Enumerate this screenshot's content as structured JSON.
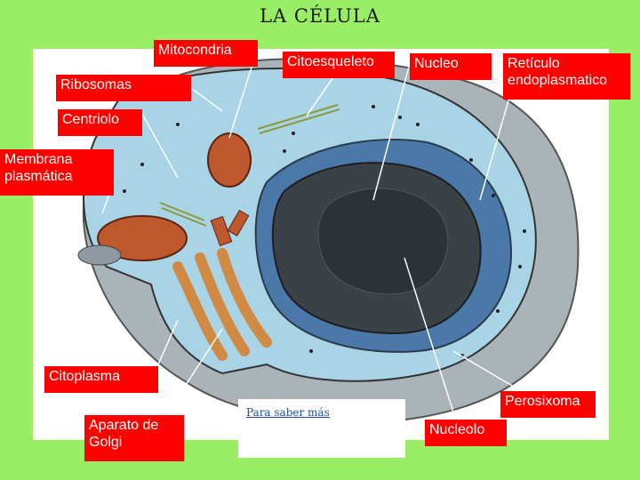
{
  "title": "LA CÉLULA",
  "labels": {
    "mitocondria": "Mitocondria",
    "citoesqueleto": "Citoesqueleto",
    "nucleo": "Nucleo",
    "reticulo": "Retículo endoplasmatico",
    "ribosomas": "Ribosomas",
    "centriolo": "Centriolo",
    "membrana": "Membrana plasmática",
    "citoplasma": "Citoplasma",
    "golgi": "Aparato de Golgi",
    "perosixoma": "Perosixoma",
    "nucleolo": "Nucleolo"
  },
  "link": {
    "text": "Para saber más"
  },
  "colors": {
    "background": "#99ee66",
    "label_bg": "#ff0000",
    "label_text": "#ffffff",
    "cytoplasm": "#a8d4e6",
    "nucleus": "#3a4248",
    "mitochondria": "#c0582e",
    "golgi": "#d08a44"
  }
}
